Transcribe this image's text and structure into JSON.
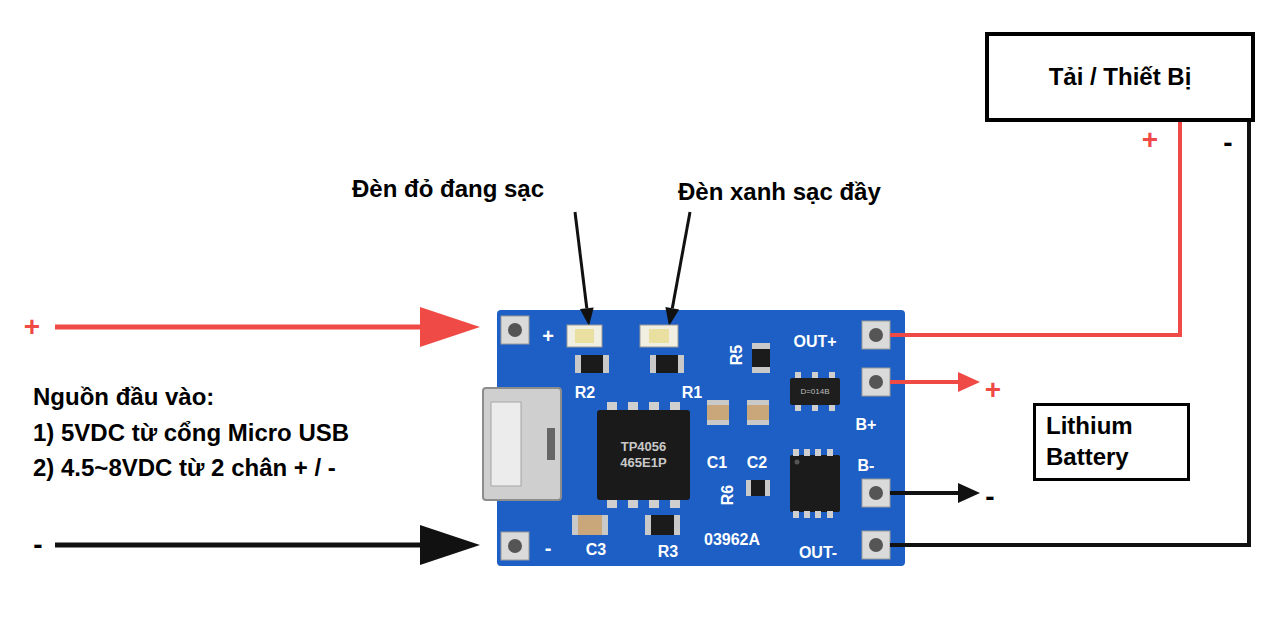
{
  "diagram": {
    "nodes": [
      {
        "text": [
          "+",
          "R2",
          "R1",
          "R5",
          "OUT+",
          "B+",
          "C1",
          "C2",
          "R6",
          "B-",
          "-",
          "C3",
          "R3",
          "03962A",
          "OUT-"
        ]
      },
      {
        "text": [
          "TP4056 465E1P"
        ],
        "in": 0
      },
      {
        "text": [
          "D=014B"
        ],
        "in": 0
      },
      {
        "text": [
          "Tải / Thiết Bị"
        ]
      },
      {
        "text": [
          "Lithium Battery"
        ]
      }
    ],
    "edges": [
      {
        "from": 0,
        "to": 3,
        "arrow": "none"
      },
      {
        "from": 3,
        "to": 0,
        "arrow": "none"
      }
    ],
    "labels": [
      "Đèn đỏ đang sạc",
      "Đèn xanh sạc đầy",
      "+",
      "Nguồn đầu vào:",
      "1) 5VDC từ cổng Micro USB",
      "2) 4.5~8VDC từ 2 chân + / -",
      "-",
      "+",
      "-",
      "+",
      "-"
    ]
  }
}
